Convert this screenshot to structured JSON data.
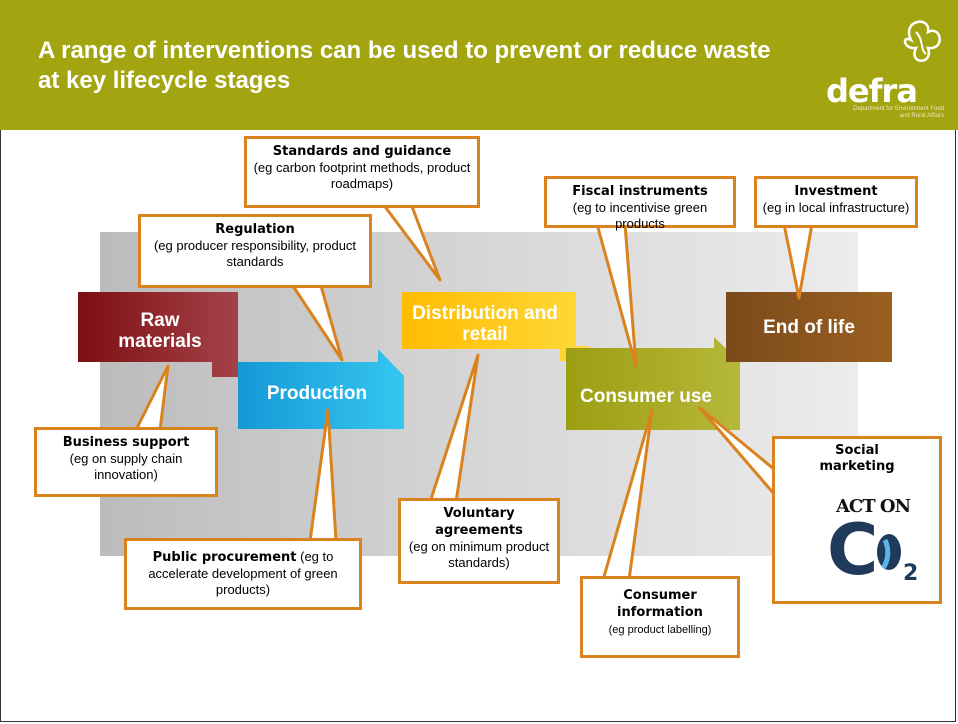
{
  "header": {
    "title": "A range of interventions can be used to prevent or reduce waste at key lifecycle stages",
    "logo_word": "defra",
    "logo_sub": "Department for Environment Food and Rural Affairs",
    "background_color": "#a3a510"
  },
  "stages": [
    {
      "label": "Raw materials",
      "color": "#8b1a1c"
    },
    {
      "label": "Production",
      "color": "#1aa7e0"
    },
    {
      "label": "Distribution and retail",
      "color": "#ffc20e"
    },
    {
      "label": "Consumer use",
      "color": "#a6a822"
    },
    {
      "label": "End of life",
      "color": "#8a5418"
    }
  ],
  "interventions": {
    "standards": {
      "title": "Standards and guidance",
      "desc": "(eg carbon footprint methods, product roadmaps)"
    },
    "regulation": {
      "title": "Regulation",
      "desc": "(eg producer responsibility, product standards"
    },
    "fiscal": {
      "title": "Fiscal instruments",
      "desc": "(eg to incentivise green products"
    },
    "investment": {
      "title": "Investment",
      "desc": "(eg in local infrastructure)"
    },
    "business": {
      "title": "Business support",
      "desc": "(eg on supply chain innovation)"
    },
    "procurement": {
      "title": "Public procurement",
      "desc": " (eg to accelerate development of green products)"
    },
    "voluntary": {
      "title": "Voluntary agreements",
      "desc": "(eg on minimum product standards)"
    },
    "consumer_info": {
      "title": "Consumer information",
      "desc": "(eg product labelling)"
    },
    "social": {
      "title": "Social marketing",
      "logo_text": "ACT ON",
      "logo_co2": "CO2"
    }
  },
  "callout_color": "#d9821e"
}
